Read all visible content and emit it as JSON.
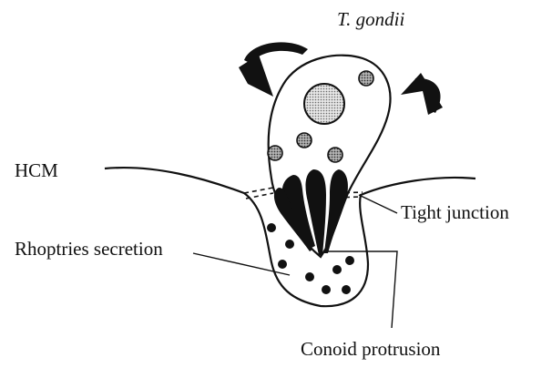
{
  "labels": {
    "organism": "T. gondii",
    "host_membrane": "HCM",
    "tight_junction": "Tight junction",
    "rhoptries": "Rhoptries secretion",
    "conoid": "Conoid protrusion"
  },
  "colors": {
    "ink": "#111111",
    "nucleus_fill": "#d2d2d2",
    "granule_fill": "#9a9a9a",
    "background": "#ffffff"
  }
}
